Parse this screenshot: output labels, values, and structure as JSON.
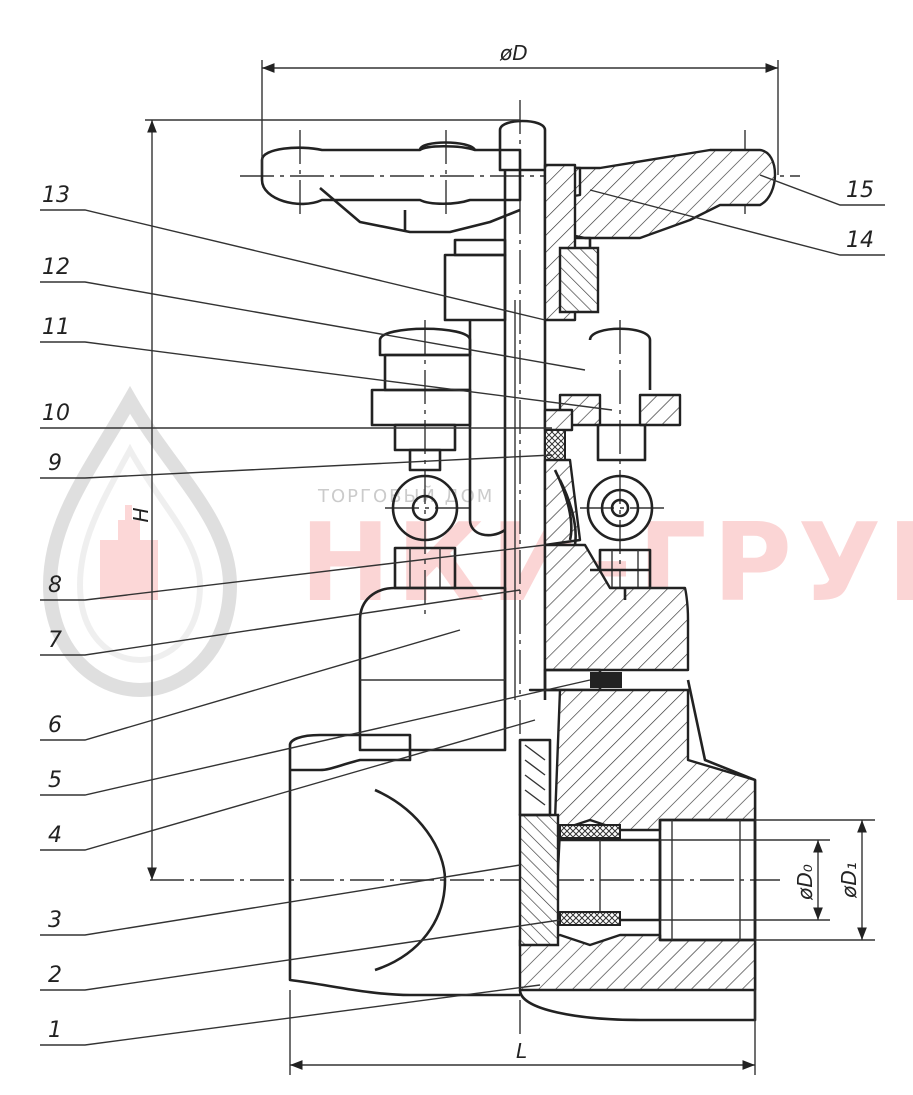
{
  "dimensions": {
    "handwheel_diameter": "øD",
    "height": "H",
    "length": "L",
    "bore_diameter": "øD₀",
    "thread_diameter": "øD₁"
  },
  "callouts": [
    "1",
    "2",
    "3",
    "4",
    "5",
    "6",
    "7",
    "8",
    "9",
    "10",
    "11",
    "12",
    "13",
    "14",
    "15"
  ],
  "watermark": {
    "brand": "НКИ-ГРУПП",
    "site": "ТОРГОВЫЙ ДОМ",
    "color": "#ee4444"
  }
}
